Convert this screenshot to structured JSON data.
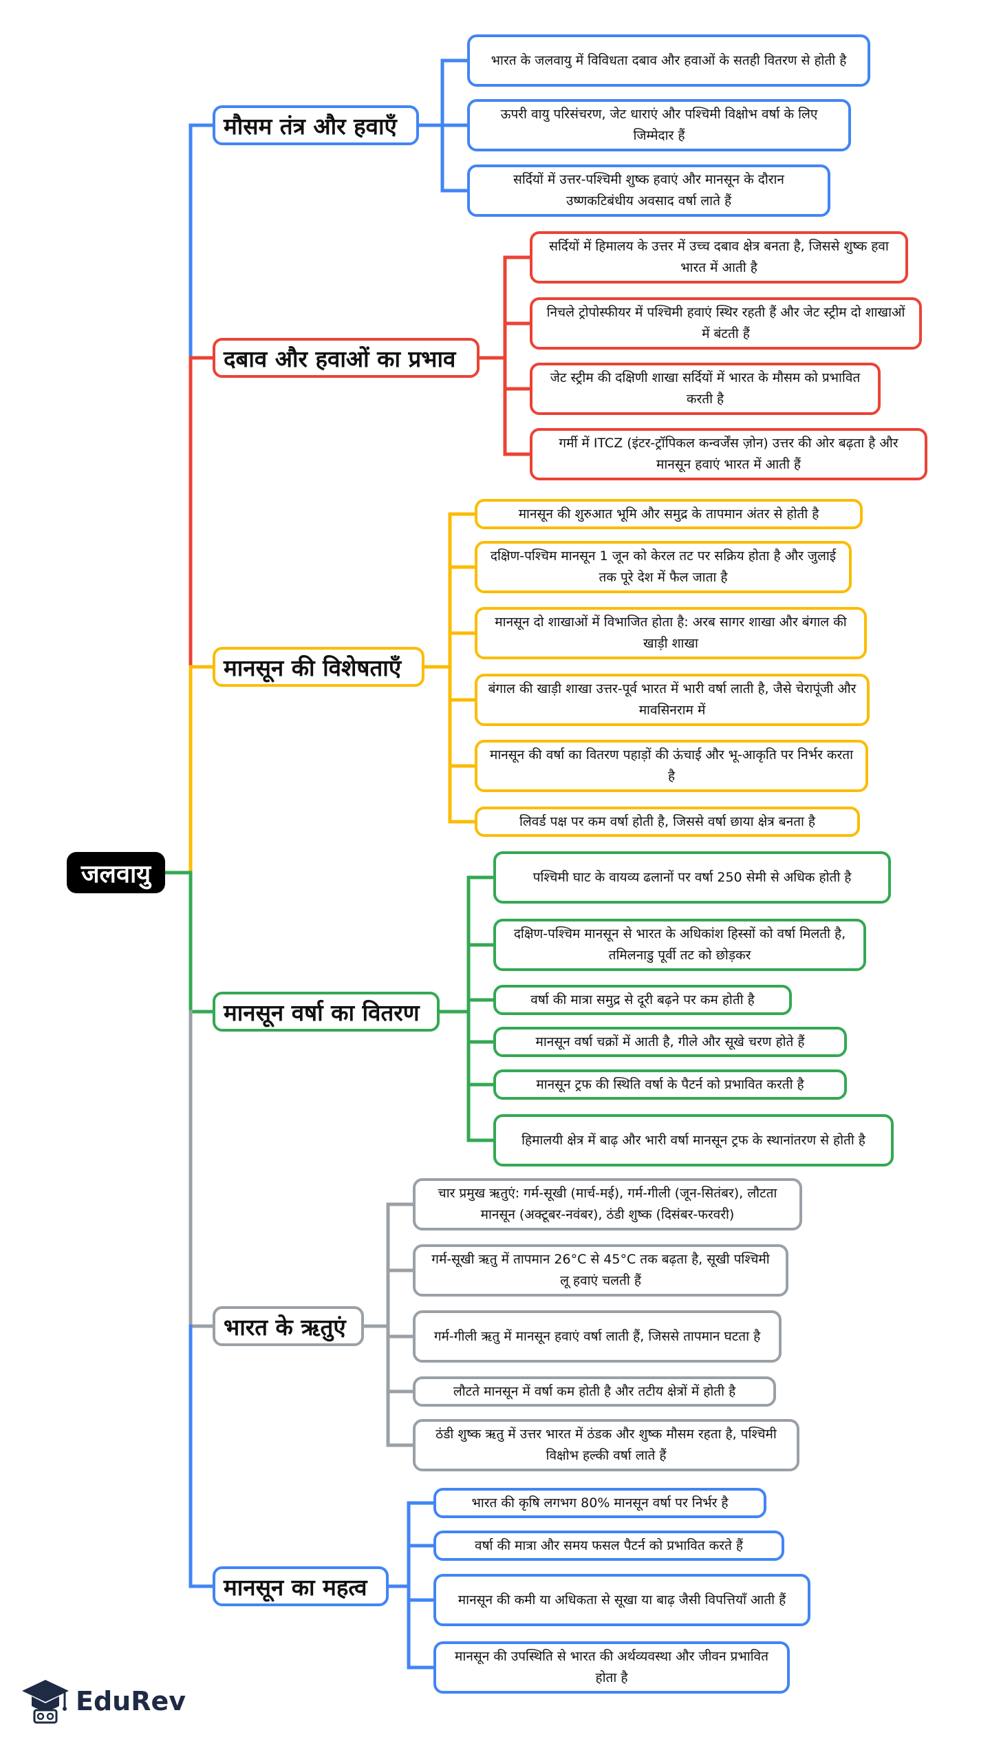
{
  "root": {
    "label": "जलवायु"
  },
  "colors": {
    "blue": "#4285f4",
    "red": "#ea4335",
    "yellow": "#fbbc04",
    "green": "#34a853",
    "gray": "#9aa0a6"
  },
  "branches": [
    {
      "label": "मौसम तंत्र और हवाएँ",
      "color": "#4285f4",
      "leaves": [
        "भारत के जलवायु में विविधता दबाव और हवाओं के सतही वितरण से होती है",
        "ऊपरी वायु परिसंचरण, जेट धाराएं और पश्चिमी विक्षोभ वर्षा के लिए जिम्मेदार हैं",
        "सर्दियों में उत्तर-पश्चिमी शुष्क हवाएं और मानसून के दौरान उष्णकटिबंधीय अवसाद वर्षा लाते हैं"
      ]
    },
    {
      "label": "दबाव और हवाओं का प्रभाव",
      "color": "#ea4335",
      "leaves": [
        "सर्दियों में हिमालय के उत्तर में उच्च दबाव क्षेत्र बनता है, जिससे शुष्क हवा भारत में आती है",
        "निचले ट्रोपोस्फीयर में पश्चिमी हवाएं स्थिर रहती हैं और जेट स्ट्रीम दो शाखाओं में बंटती हैं",
        "जेट स्ट्रीम की दक्षिणी शाखा सर्दियों में भारत के मौसम को प्रभावित करती है",
        "गर्मी में ITCZ (इंटर-ट्रॉपिकल कन्वर्जेंस ज़ोन) उत्तर की ओर बढ़ता है और मानसून हवाएं भारत में आती हैं"
      ]
    },
    {
      "label": "मानसून की विशेषताएँ",
      "color": "#fbbc04",
      "leaves": [
        "मानसून की शुरुआत भूमि और समुद्र के तापमान अंतर से होती है",
        "दक्षिण-पश्चिम मानसून 1 जून को केरल तट पर सक्रिय होता है और जुलाई तक पूरे देश में फैल जाता है",
        "मानसून दो शाखाओं में विभाजित होता है: अरब सागर शाखा और बंगाल की खाड़ी शाखा",
        "बंगाल की खाड़ी शाखा उत्तर-पूर्व भारत में भारी वर्षा लाती है, जैसे चेरापूंजी और मावसिनराम में",
        "मानसून की वर्षा का वितरण पहाड़ों की ऊंचाई और भू-आकृति पर निर्भर करता है",
        "लिवर्ड पक्ष पर कम वर्षा होती है, जिससे वर्षा छाया क्षेत्र बनता है"
      ]
    },
    {
      "label": "मानसून वर्षा का वितरण",
      "color": "#34a853",
      "leaves": [
        "पश्चिमी घाट के वायव्य ढलानों पर वर्षा 250 सेमी से अधिक होती है",
        "दक्षिण-पश्चिम मानसून से भारत के अधिकांश हिस्सों को वर्षा मिलती है, तमिलनाडु पूर्वी तट को छोड़कर",
        "वर्षा की मात्रा समुद्र से दूरी बढ़ने पर कम होती है",
        "मानसून वर्षा चक्रों में आती है, गीले और सूखे चरण होते हैं",
        "मानसून ट्रफ की स्थिति वर्षा के पैटर्न को प्रभावित करती है",
        "हिमालयी क्षेत्र में बाढ़ और भारी वर्षा मानसून ट्रफ के स्थानांतरण से होती है"
      ]
    },
    {
      "label": "भारत के ऋतुएं",
      "color": "#9aa0a6",
      "leaves": [
        "चार प्रमुख ऋतुएं: गर्म-सूखी (मार्च-मई), गर्म-गीली (जून-सितंबर), लौटता मानसून (अक्टूबर-नवंबर), ठंडी शुष्क (दिसंबर-फरवरी)",
        "गर्म-सूखी ऋतु में तापमान 26°C से 45°C तक बढ़ता है, सूखी पश्चिमी लू हवाएं चलती हैं",
        "गर्म-गीली ऋतु में मानसून हवाएं वर्षा लाती हैं, जिससे तापमान घटता है",
        "लौटते मानसून में वर्षा कम होती है और तटीय क्षेत्रों में होती है",
        "ठंडी शुष्क ऋतु में उत्तर भारत में ठंडक और शुष्क मौसम रहता है, पश्चिमी विक्षोभ हल्की वर्षा लाते हैं"
      ]
    },
    {
      "label": "मानसून का महत्व",
      "color": "#4285f4",
      "leaves": [
        "भारत की कृषि लगभग 80% मानसून वर्षा पर निर्भर है",
        "वर्षा की मात्रा और समय फसल पैटर्न को प्रभावित करते हैं",
        "मानसून की कमी या अधिकता से सूखा या बाढ़ जैसी विपत्तियाँ आती हैं",
        "मानसून की उपस्थिति से भारत की अर्थव्यवस्था और जीवन प्रभावित होता है"
      ]
    }
  ],
  "brand": {
    "name": "EduRev",
    "icon": "graduation-cap-icon"
  }
}
